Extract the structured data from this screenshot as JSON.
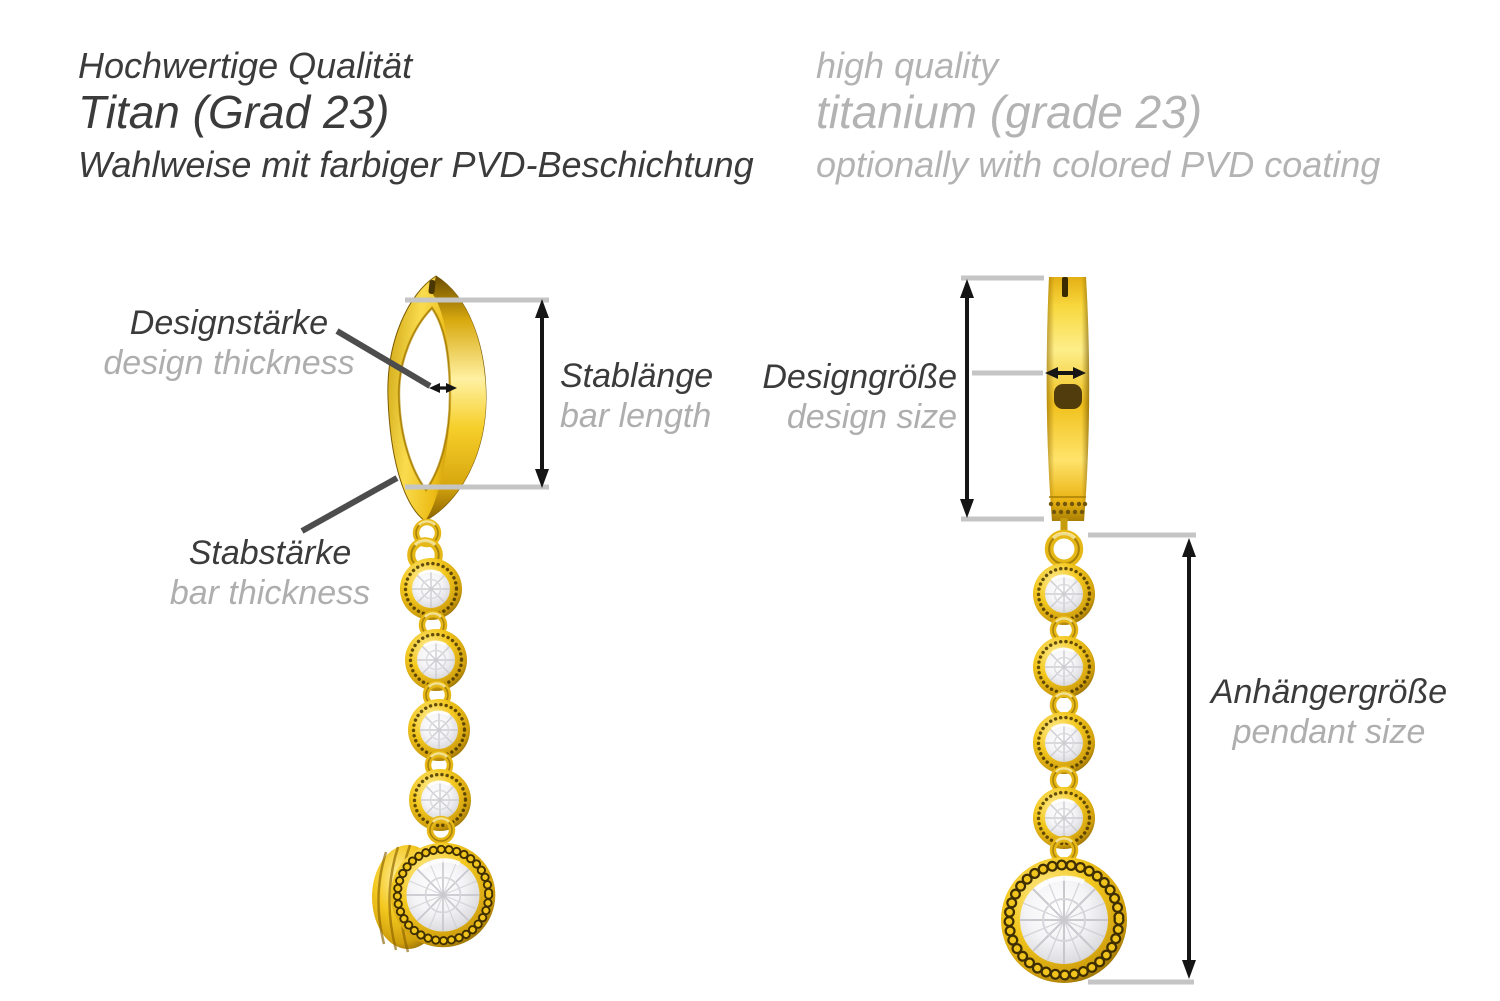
{
  "title": "Earring with crystal pendant — measurement diagram",
  "header": {
    "german": {
      "quality": "Hochwertige Qualität",
      "material": "Titan (Grad 23)",
      "coating": "Wahlweise mit farbiger PVD-Beschichtung"
    },
    "english": {
      "quality": "high quality",
      "material": "titanium (grade 23)",
      "coating": "optionally with colored PVD coating"
    }
  },
  "labels": {
    "design_thickness": {
      "de": "Designstärke",
      "en": "design thickness"
    },
    "bar_length": {
      "de": "Stablänge",
      "en": "bar length"
    },
    "bar_thickness": {
      "de": "Stabstärke",
      "en": "bar thickness"
    },
    "design_size": {
      "de": "Designgröße",
      "en": "design size"
    },
    "pendant_size": {
      "de": "Anhängergröße",
      "en": "pendant size"
    }
  },
  "colors": {
    "background": "#ffffff",
    "label_primary": "#3b3b3b",
    "label_secondary": "#b3b3b3",
    "measurement_line": "#c5c5c5",
    "arrow": "#151515",
    "pointer_line": "#4d4d4d",
    "gold": "#f0c41c",
    "crystal": "#f2f2f4"
  }
}
